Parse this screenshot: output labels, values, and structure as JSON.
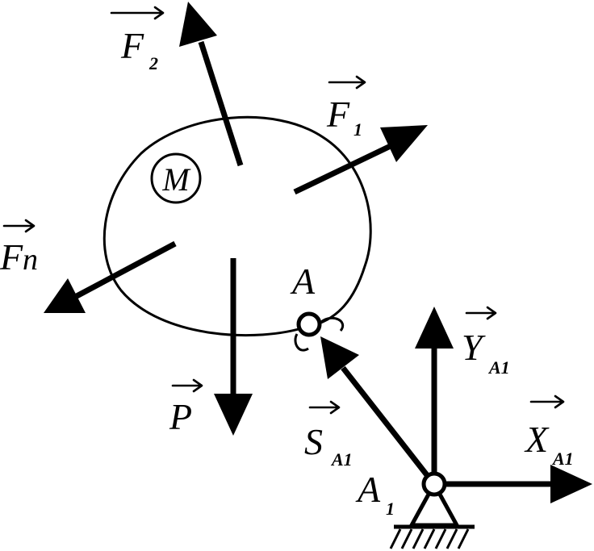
{
  "body_mark": "M",
  "labels": {
    "F2": {
      "main": "F",
      "sub": "2"
    },
    "F1": {
      "main": "F",
      "sub": "1"
    },
    "Fn": {
      "main": "F",
      "sub": "n"
    },
    "P": {
      "main": "P",
      "sub": ""
    },
    "A": {
      "main": "A",
      "sub": ""
    },
    "A1": {
      "main": "A",
      "sub": "1"
    },
    "SA1": {
      "main": "S",
      "sub": "A1"
    },
    "YA1": {
      "main": "Y",
      "sub": "A1"
    },
    "XA1": {
      "main": "X",
      "sub": "A1"
    }
  },
  "colors": {
    "ink": "#000000",
    "background": "#ffffff"
  }
}
